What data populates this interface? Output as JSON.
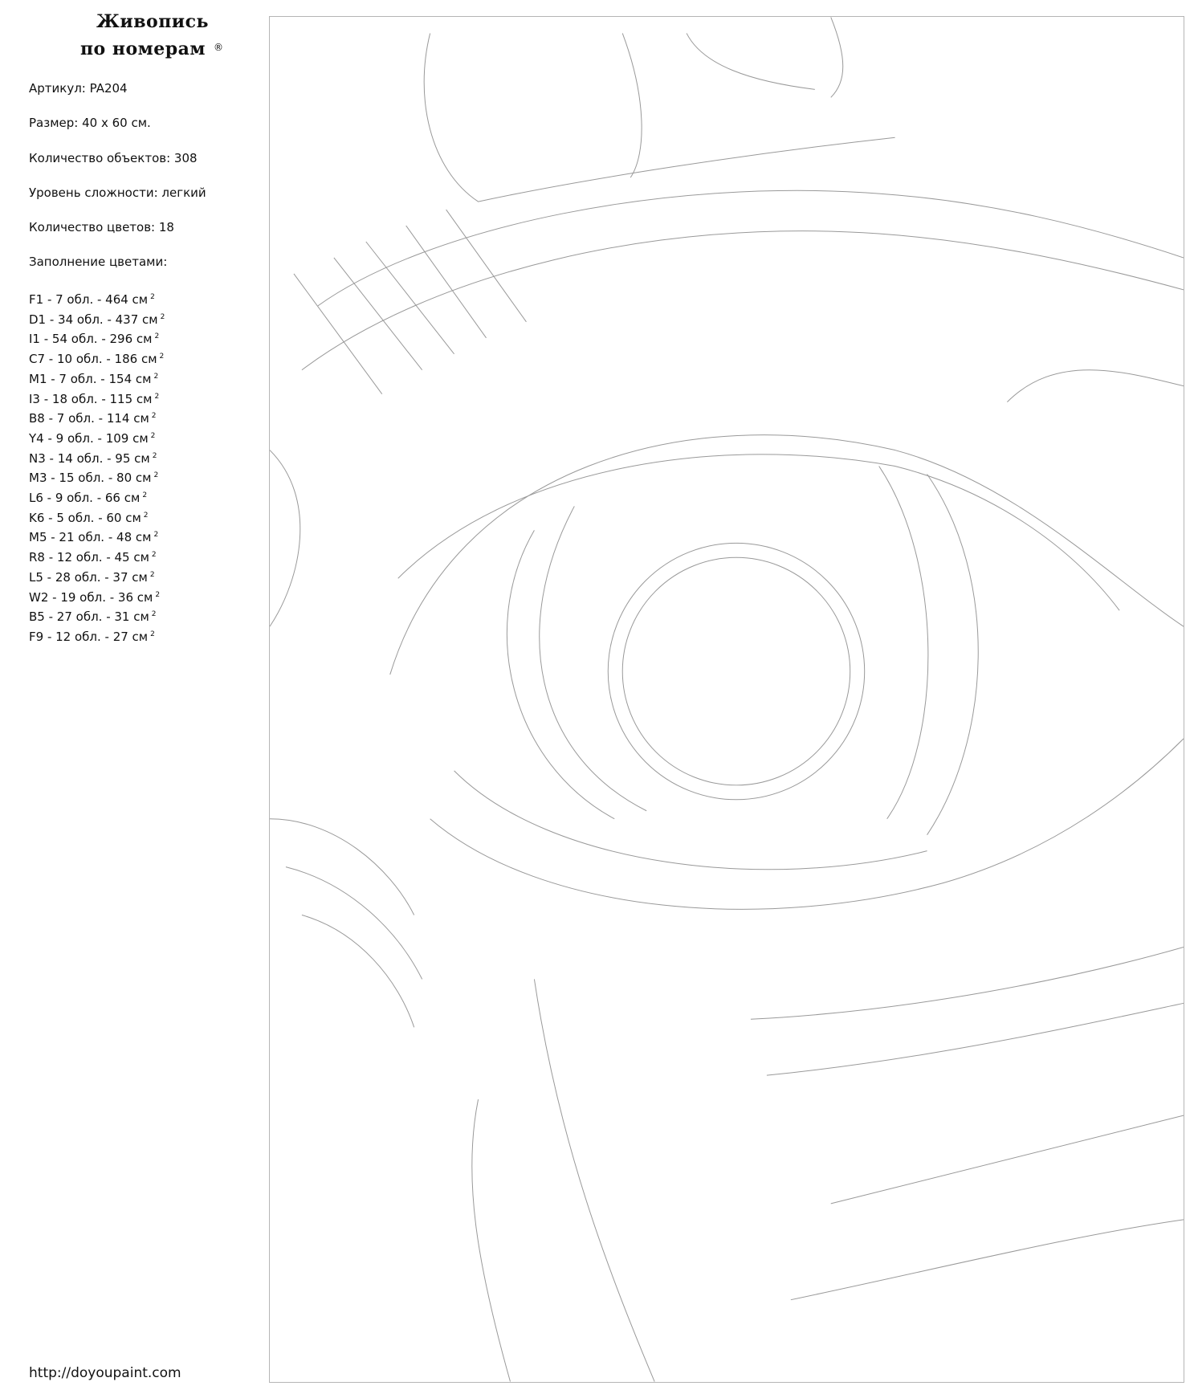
{
  "logo": {
    "line1": "Живопись",
    "line2": "по номерам",
    "registered": "®"
  },
  "info": {
    "article": "Артикул: PA204",
    "size": "Размер: 40 x 60 см.",
    "objects": "Количество объектов: 308",
    "difficulty": "Уровень сложности: легкий",
    "colors": "Количество цветов: 18",
    "fill_heading": "Заполнение цветами:"
  },
  "legend": [
    {
      "text": "F1 - 7 обл. - 464 см",
      "sup": "2"
    },
    {
      "text": "D1 - 34 обл. - 437 см",
      "sup": "2"
    },
    {
      "text": "I1 - 54 обл. - 296 см",
      "sup": "2"
    },
    {
      "text": "C7 - 10 обл. - 186 см",
      "sup": "2"
    },
    {
      "text": "M1 - 7 обл. - 154 см",
      "sup": "2"
    },
    {
      "text": "I3 - 18 обл. - 115 см",
      "sup": "2"
    },
    {
      "text": "B8 - 7 обл. - 114 см",
      "sup": "2"
    },
    {
      "text": "Y4 - 9 обл. - 109 см",
      "sup": "2"
    },
    {
      "text": "N3 - 14 обл. - 95 см",
      "sup": "2"
    },
    {
      "text": "M3 - 15 обл. - 80 см",
      "sup": "2"
    },
    {
      "text": "L6 - 9 обл. - 66 см",
      "sup": "2"
    },
    {
      "text": "K6 - 5 обл. - 60 см",
      "sup": "2"
    },
    {
      "text": "M5 - 21 обл. - 48 см",
      "sup": "2"
    },
    {
      "text": "R8 - 12 обл. - 45 см",
      "sup": "2"
    },
    {
      "text": "L5 - 28 обл. - 37 см",
      "sup": "2"
    },
    {
      "text": "W2 - 19 обл. - 36 см",
      "sup": "2"
    },
    {
      "text": "B5 - 27 обл. - 31 см",
      "sup": "2"
    },
    {
      "text": "F9 - 12 обл. - 27 см",
      "sup": "2"
    }
  ],
  "footer": {
    "url": "http://doyoupaint.com"
  }
}
